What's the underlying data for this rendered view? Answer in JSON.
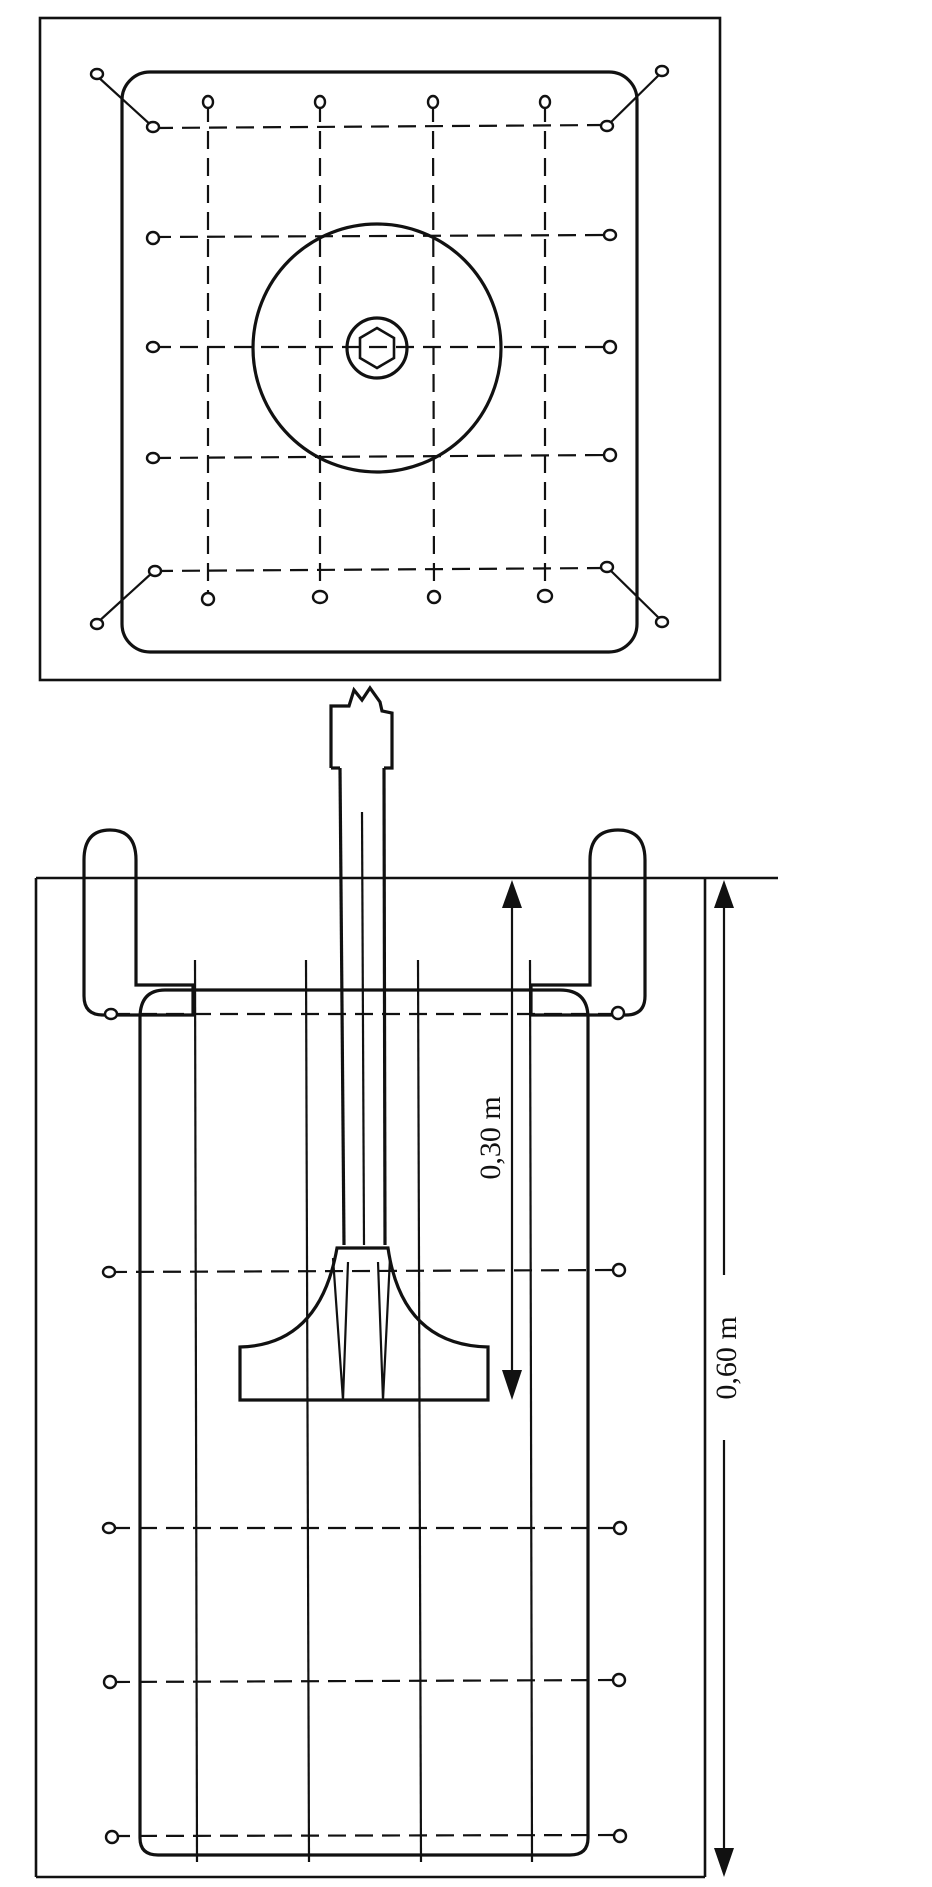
{
  "dimensions": {
    "inner_depth": {
      "label": "0,30 m",
      "value_m": 0.3
    },
    "total_depth": {
      "label": "0,60 m",
      "value_m": 0.6
    }
  },
  "colors": {
    "ink": "#111111",
    "paper": "#ffffff"
  }
}
